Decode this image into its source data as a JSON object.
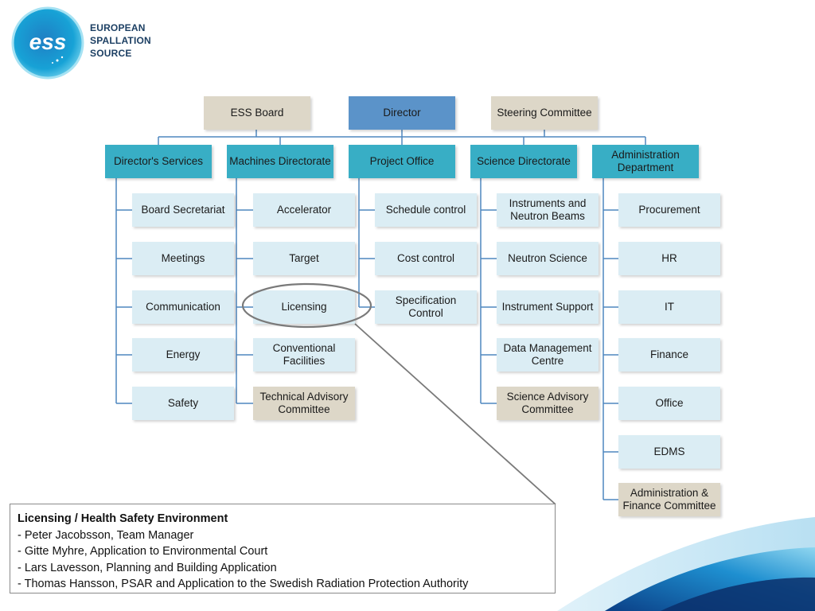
{
  "logo": {
    "initials": "ess",
    "text_lines": [
      "EUROPEAN",
      "SPALLATION",
      "SOURCE"
    ]
  },
  "top": {
    "board": "ESS Board",
    "director": "Director",
    "steering": "Steering Committee"
  },
  "directorates": {
    "services": "Director's Services",
    "machines": "Machines Directorate",
    "project": "Project Office",
    "science": "Science Directorate",
    "admin": "Administration Department"
  },
  "units": {
    "services": [
      "Board Secretariat",
      "Meetings",
      "Communication",
      "Energy",
      "Safety"
    ],
    "machines": [
      "Accelerator",
      "Target",
      "Licensing",
      "Conventional Facilities",
      "Technical Advisory Committee"
    ],
    "project": [
      "Schedule control",
      "Cost control",
      "Specification Control"
    ],
    "science": [
      "Instruments and Neutron Beams",
      "Neutron Science",
      "Instrument Support",
      "Data Management Centre",
      "Science Advisory Committee"
    ],
    "admin": [
      "Procurement",
      "HR",
      "IT",
      "Finance",
      "Office",
      "EDMS",
      "Administration & Finance Committee"
    ]
  },
  "callout": {
    "title": "Licensing / Health Safety Environment",
    "lines": [
      "- Peter Jacobsson, Team Manager",
      "- Gitte Myhre, Application to Environmental Court",
      "- Lars Lavesson, Planning and Building Application",
      "- Thomas Hansson, PSAR and Application to the Swedish Radiation Protection Authority"
    ]
  },
  "colors": {
    "top_box": "#ddd7c8",
    "director": "#5b93c9",
    "directorate": "#38aec5",
    "unit": "#dbedf4",
    "committee": "#ddd7c8",
    "connector": "#4f87bf",
    "highlight": "#7a7a7a"
  }
}
